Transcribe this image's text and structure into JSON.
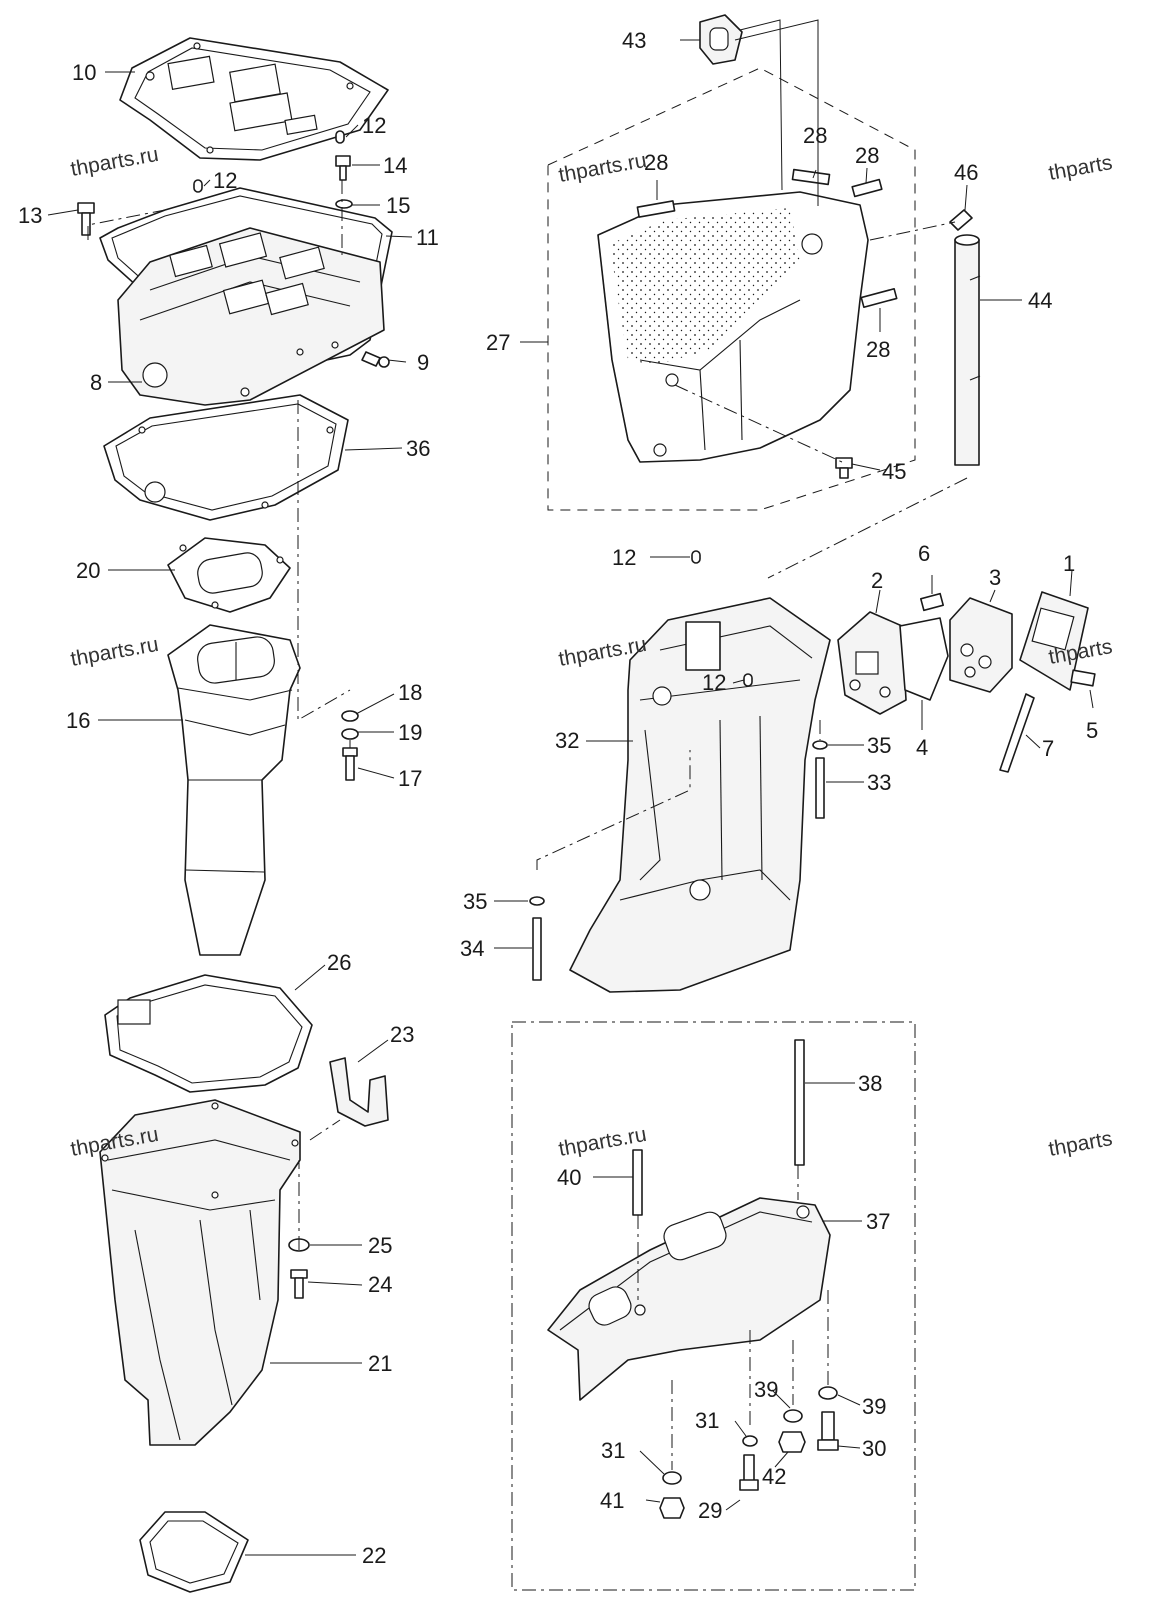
{
  "callouts": {
    "c1": "1",
    "c2": "2",
    "c3": "3",
    "c4": "4",
    "c5": "5",
    "c6": "6",
    "c7": "7",
    "c8": "8",
    "c9": "9",
    "c10": "10",
    "c11": "11",
    "c12a": "12",
    "c12b": "12",
    "c12c": "12",
    "c12d": "12",
    "c13": "13",
    "c14": "14",
    "c15": "15",
    "c16": "16",
    "c17": "17",
    "c18": "18",
    "c19": "19",
    "c20": "20",
    "c21": "21",
    "c22": "22",
    "c23": "23",
    "c24": "24",
    "c25": "25",
    "c26": "26",
    "c27": "27",
    "c28a": "28",
    "c28b": "28",
    "c28c": "28",
    "c28d": "28",
    "c29": "29",
    "c30": "30",
    "c31a": "31",
    "c31b": "31",
    "c32": "32",
    "c33": "33",
    "c34": "34",
    "c35a": "35",
    "c35b": "35",
    "c36": "36",
    "c37": "37",
    "c38": "38",
    "c39a": "39",
    "c39b": "39",
    "c40": "40",
    "c41": "41",
    "c42": "42",
    "c43": "43",
    "c44": "44",
    "c45": "45",
    "c46": "46"
  },
  "watermarks": {
    "wm1": "thparts.ru",
    "wm2": "thparts.ru",
    "wm3": "thparts",
    "wm4": "thparts.ru",
    "wm5": "thparts.ru",
    "wm6": "thparts",
    "wm7": "thparts.ru",
    "wm8": "thparts.ru",
    "wm9": "thparts"
  },
  "colors": {
    "line": "#1a1a1a",
    "background": "#ffffff",
    "watermark": "#333333"
  }
}
